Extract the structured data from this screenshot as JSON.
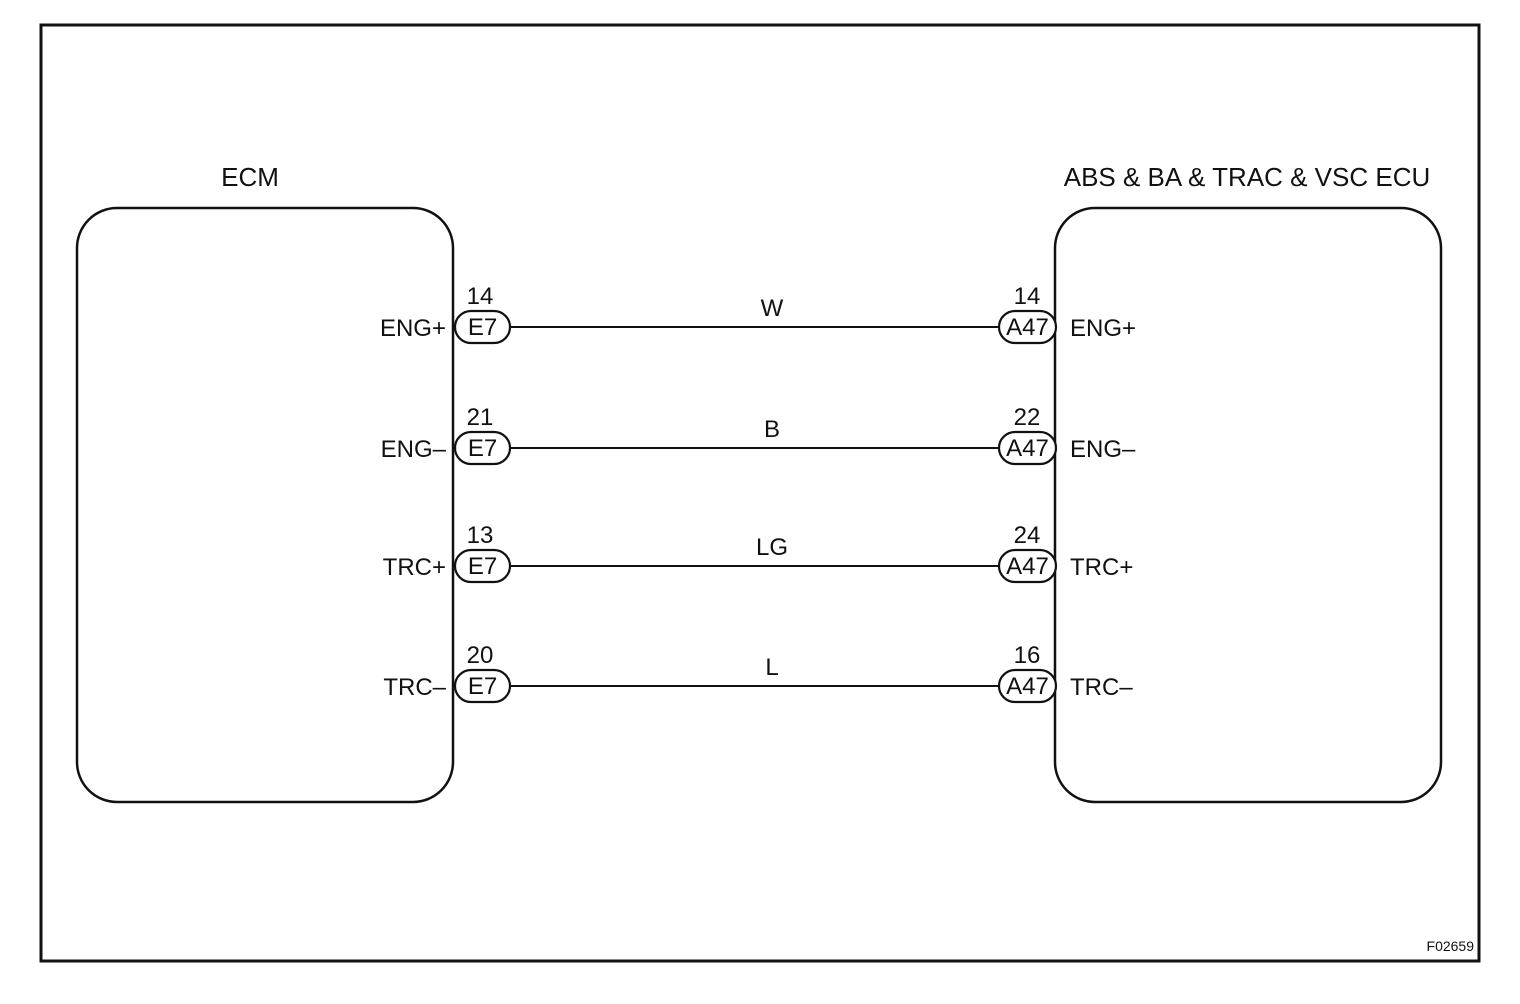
{
  "diagram": {
    "figure_id": "F02659",
    "left_unit": {
      "title": "ECM",
      "connector": "E7"
    },
    "right_unit": {
      "title": "ABS & BA & TRAC & VSC ECU",
      "connector": "A47"
    },
    "wires": [
      {
        "signal_left": "ENG+",
        "pin_left": "14",
        "color": "W",
        "pin_right": "14",
        "signal_right": "ENG+"
      },
      {
        "signal_left": "ENG–",
        "pin_left": "21",
        "color": "B",
        "pin_right": "22",
        "signal_right": "ENG–"
      },
      {
        "signal_left": "TRC+",
        "pin_left": "13",
        "color": "LG",
        "pin_right": "24",
        "signal_right": "TRC+"
      },
      {
        "signal_left": "TRC–",
        "pin_left": "20",
        "color": "L",
        "pin_right": "16",
        "signal_right": "TRC–"
      }
    ]
  }
}
